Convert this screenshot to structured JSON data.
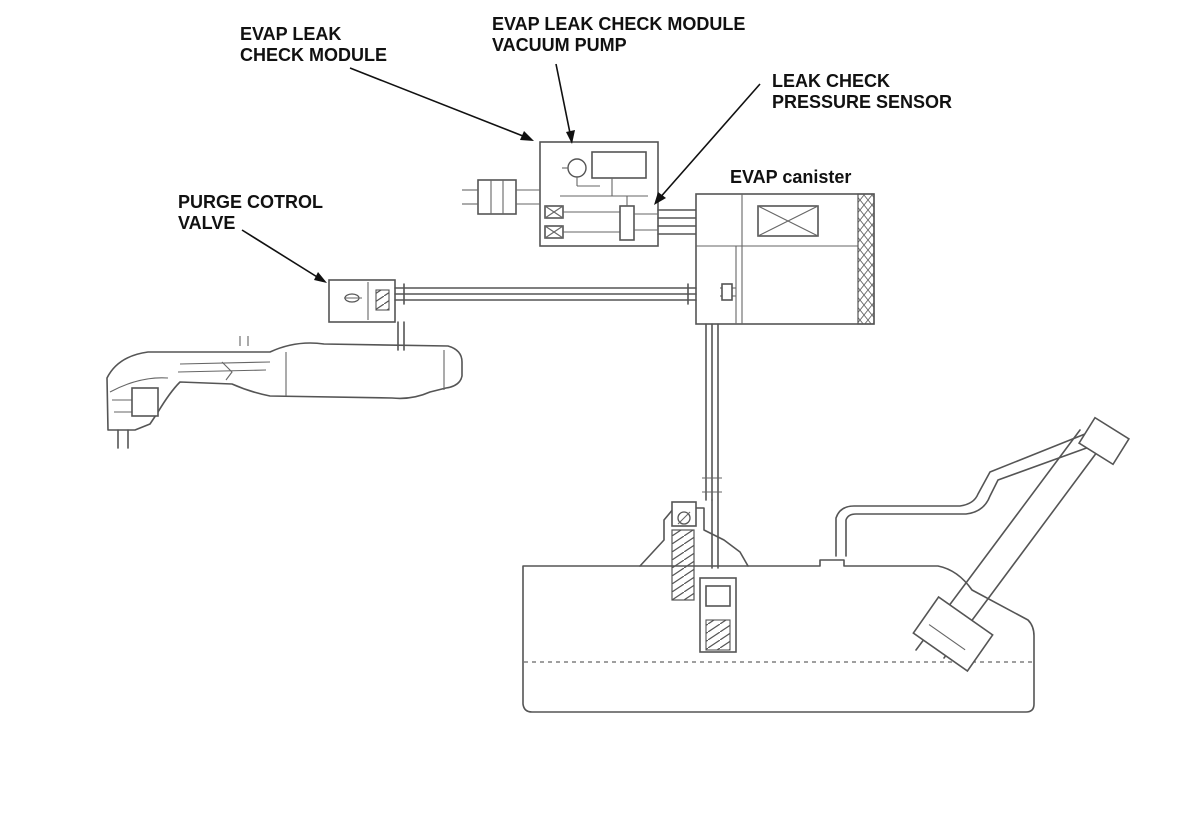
{
  "labels": {
    "evap_leak_check_module": [
      "EVAP LEAK",
      "CHECK MODULE"
    ],
    "vacuum_pump": [
      "EVAP LEAK CHECK MODULE",
      "VACUUM PUMP"
    ],
    "pressure_sensor": [
      "LEAK CHECK",
      "PRESSURE SENSOR"
    ],
    "evap_canister": "EVAP canister",
    "purge_valve": [
      "PURGE COTROL",
      "VALVE"
    ]
  }
}
